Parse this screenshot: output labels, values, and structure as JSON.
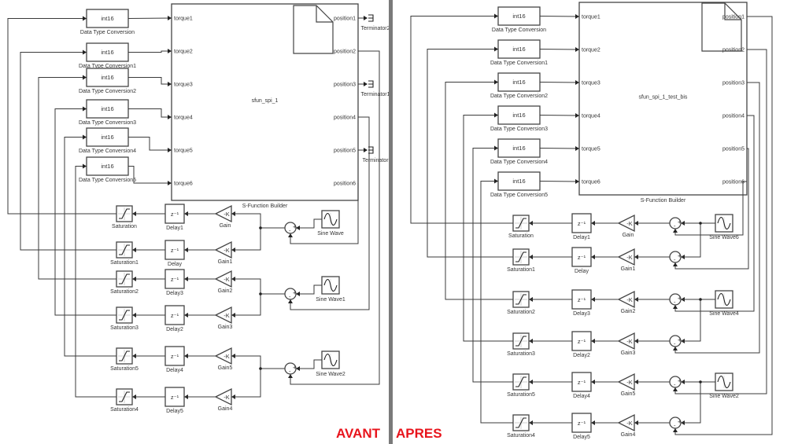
{
  "captions": {
    "before": "AVANT",
    "after": "APRES"
  },
  "diagrams": [
    {
      "id": "avant",
      "sfunction": {
        "name": "sfun_spi_1",
        "caption": "S-Function Builder",
        "inputs": [
          "torque1",
          "torque2",
          "torque3",
          "torque4",
          "torque5",
          "torque6"
        ],
        "outputs": [
          "position1",
          "position2",
          "position3",
          "position4",
          "position5",
          "position6"
        ]
      },
      "conversions": [
        {
          "value": "int16",
          "label": "Data Type Conversion"
        },
        {
          "value": "int16",
          "label": "Data Type Conversion1"
        },
        {
          "value": "int16",
          "label": "Data Type Conversion2"
        },
        {
          "value": "int16",
          "label": "Data Type Conversion3"
        },
        {
          "value": "int16",
          "label": "Data Type Conversion4"
        },
        {
          "value": "int16",
          "label": "Data Type Conversion5"
        }
      ],
      "terminators": [
        {
          "label": "Terminator2",
          "port": "position1"
        },
        {
          "label": "Terminator1",
          "port": "position3"
        },
        {
          "label": "Terminator",
          "port": "position5"
        }
      ],
      "chains": [
        {
          "saturation": "Saturation",
          "delay": "Delay1",
          "gain": "Gain"
        },
        {
          "saturation": "Saturation1",
          "delay": "Delay",
          "gain": "Gain1"
        },
        {
          "saturation": "Saturation2",
          "delay": "Delay3",
          "gain": "Gain2"
        },
        {
          "saturation": "Saturation3",
          "delay": "Delay2",
          "gain": "Gain3"
        },
        {
          "saturation": "Saturation5",
          "delay": "Delay4",
          "gain": "Gain5"
        },
        {
          "saturation": "Saturation4",
          "delay": "Delay5",
          "gain": "Gain4"
        }
      ],
      "sines": [
        "Sine Wave",
        "Sine Wave1",
        "Sine Wave2"
      ]
    },
    {
      "id": "apres",
      "sfunction": {
        "name": "sfun_spi_1_test_bis",
        "caption": "S-Function Builder",
        "inputs": [
          "torque1",
          "torque2",
          "torque3",
          "torque4",
          "torque5",
          "torque6"
        ],
        "outputs": [
          "position1",
          "position2",
          "position3",
          "position4",
          "position5",
          "position6"
        ]
      },
      "conversions": [
        {
          "value": "int16",
          "label": "Data Type Conversion"
        },
        {
          "value": "int16",
          "label": "Data Type Conversion1"
        },
        {
          "value": "int16",
          "label": "Data Type Conversion2"
        },
        {
          "value": "int16",
          "label": "Data Type Conversion3"
        },
        {
          "value": "int16",
          "label": "Data Type Conversion4"
        },
        {
          "value": "int16",
          "label": "Data Type Conversion5"
        }
      ],
      "terminators": [],
      "chains": [
        {
          "saturation": "Saturation",
          "delay": "Delay1",
          "gain": "Gain"
        },
        {
          "saturation": "Saturation1",
          "delay": "Delay",
          "gain": "Gain1"
        },
        {
          "saturation": "Saturation2",
          "delay": "Delay3",
          "gain": "Gain2"
        },
        {
          "saturation": "Saturation3",
          "delay": "Delay2",
          "gain": "Gain3"
        },
        {
          "saturation": "Saturation5",
          "delay": "Delay4",
          "gain": "Gain5"
        },
        {
          "saturation": "Saturation4",
          "delay": "Delay5",
          "gain": "Gain4"
        }
      ],
      "sines": [
        "Sine Wave6",
        "Sine Wave4",
        "Sine Wave2"
      ]
    }
  ],
  "symbols": {
    "delay": "z⁻¹",
    "gain": "-K"
  }
}
